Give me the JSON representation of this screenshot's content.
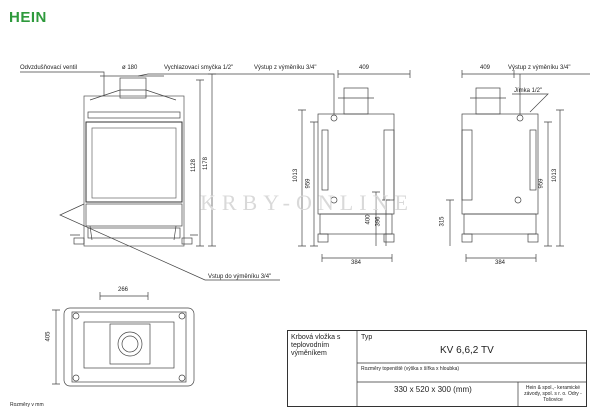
{
  "brand": {
    "logo_text": "HEIN"
  },
  "watermark": {
    "text": "KRBY-ONLINE"
  },
  "front_view": {
    "vent_label": "Odvzdušňovací ventil",
    "diameter_label": "ø 180",
    "cooling_loop_label": "Vychlazovací smyčka 1/2\"",
    "inlet_label": "Vstup do výměníku 3/4\"",
    "height_1128": "1128",
    "height_1178": "1178"
  },
  "side_view_left": {
    "outlet_label": "Výstup z výměníku 3/4\"",
    "width_top": "409",
    "h_1013": "1013",
    "h_959": "959",
    "h_400": "400",
    "h_396": "396",
    "width_bottom": "384"
  },
  "side_view_right": {
    "outlet_label": "Výstup z výměníku 3/4\"",
    "sump_label": "Jímka 1/2\"",
    "width_top": "409",
    "h_959": "959",
    "h_1013": "1013",
    "h_315": "315",
    "width_bottom": "384"
  },
  "top_view": {
    "dim_266": "266",
    "dim_405": "405",
    "units_note": "Rozměry v mm"
  },
  "title_block": {
    "product_desc": "Krbová vložka s teplovodním výměníkem",
    "type_label": "Typ",
    "type_value": "KV 6,6,2 TV",
    "dims_label": "Rozměry topeniště (výška x šířka x hloubka)",
    "dims_value": "330 x 520 x 300 (mm)",
    "company": "Hein & spol.,- keramické závody, spol. s r. o. Odry - Tošovice"
  }
}
